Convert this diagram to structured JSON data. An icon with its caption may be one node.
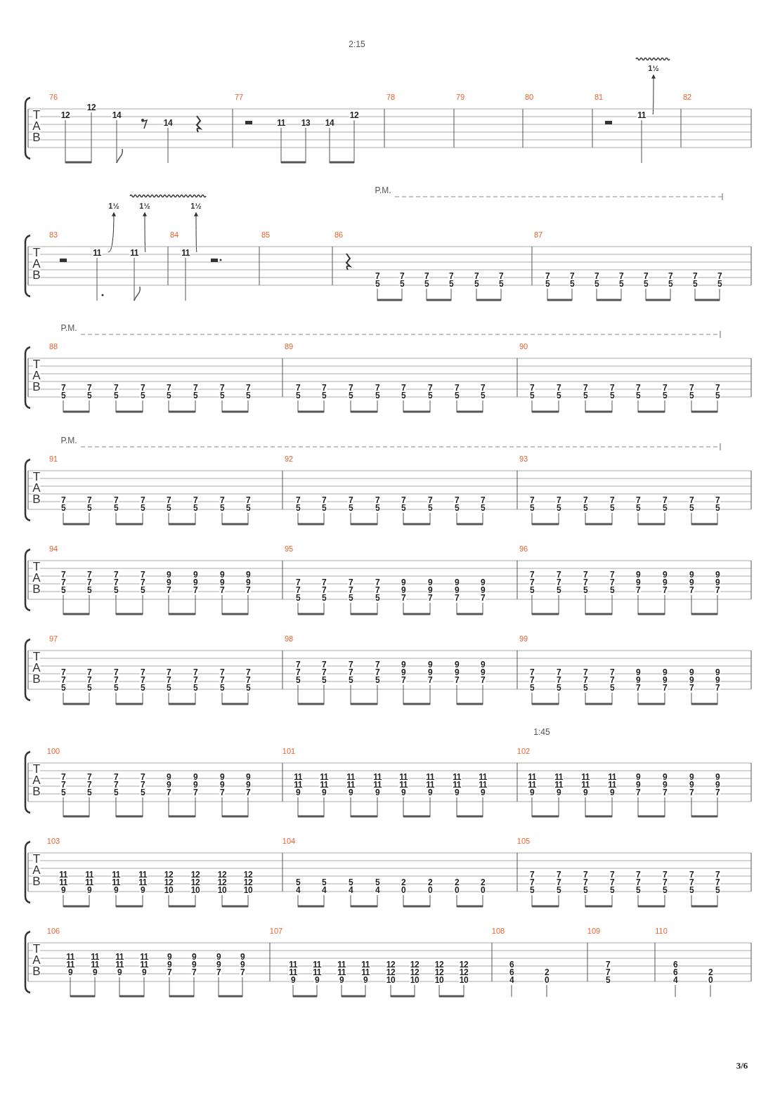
{
  "diagram": {
    "labels": [
      "2:15",
      "1½",
      "T",
      "A",
      "B",
      "76",
      "12",
      "12",
      "14",
      "14",
      "77",
      "11",
      "13",
      "14",
      "12",
      "78",
      "79",
      "80",
      "81",
      "11",
      "82",
      "P.M.",
      "1½",
      "1½",
      "1½",
      "T",
      "A",
      "B",
      "83",
      "11",
      "11",
      "84",
      "11",
      "85",
      "86",
      "7",
      "5",
      "7",
      "5",
      "7",
      "5",
      "7",
      "5",
      "7",
      "5",
      "7",
      "5",
      "87",
      "7",
      "5",
      "7",
      "5",
      "7",
      "5",
      "7",
      "5",
      "7",
      "5",
      "7",
      "5",
      "7",
      "5",
      "7",
      "5",
      "P.M.",
      "T",
      "A",
      "B",
      "88",
      "7",
      "5",
      "7",
      "5",
      "7",
      "5",
      "7",
      "5",
      "7",
      "5",
      "7",
      "5",
      "7",
      "5",
      "7",
      "5",
      "89",
      "7",
      "5",
      "7",
      "5",
      "7",
      "5",
      "7",
      "5",
      "7",
      "5",
      "7",
      "5",
      "7",
      "5",
      "7",
      "5",
      "90",
      "7",
      "5",
      "7",
      "5",
      "7",
      "5",
      "7",
      "5",
      "7",
      "5",
      "7",
      "5",
      "7",
      "5",
      "7",
      "5",
      "P.M.",
      "T",
      "A",
      "B",
      "91",
      "7",
      "5",
      "7",
      "5",
      "7",
      "5",
      "7",
      "5",
      "7",
      "5",
      "7",
      "5",
      "7",
      "5",
      "7",
      "5",
      "92",
      "7",
      "5",
      "7",
      "5",
      "7",
      "5",
      "7",
      "5",
      "7",
      "5",
      "7",
      "5",
      "7",
      "5",
      "7",
      "5",
      "93",
      "7",
      "5",
      "7",
      "5",
      "7",
      "5",
      "7",
      "5",
      "7",
      "5",
      "7",
      "5",
      "7",
      "5",
      "7",
      "5",
      "T",
      "A",
      "B",
      "94",
      "7",
      "7",
      "5",
      "7",
      "7",
      "5",
      "7",
      "7",
      "5",
      "7",
      "7",
      "5",
      "9",
      "9",
      "7",
      "9",
      "9",
      "7",
      "9",
      "9",
      "7",
      "9",
      "9",
      "7",
      "95",
      "7",
      "7",
      "5",
      "7",
      "7",
      "5",
      "7",
      "7",
      "5",
      "7",
      "7",
      "5",
      "9",
      "9",
      "7",
      "9",
      "9",
      "7",
      "9",
      "9",
      "7",
      "9",
      "9",
      "7",
      "96",
      "7",
      "7",
      "5",
      "7",
      "7",
      "5",
      "7",
      "7",
      "5",
      "7",
      "7",
      "5",
      "9",
      "9",
      "7",
      "9",
      "9",
      "7",
      "9",
      "9",
      "7",
      "9",
      "9",
      "7",
      "T",
      "A",
      "B",
      "97",
      "7",
      "7",
      "5",
      "7",
      "7",
      "5",
      "7",
      "7",
      "5",
      "7",
      "7",
      "5",
      "7",
      "7",
      "5",
      "7",
      "7",
      "5",
      "7",
      "7",
      "5",
      "7",
      "7",
      "5",
      "98",
      "7",
      "7",
      "5",
      "7",
      "7",
      "5",
      "7",
      "7",
      "5",
      "7",
      "7",
      "5",
      "9",
      "9",
      "7",
      "9",
      "9",
      "7",
      "9",
      "9",
      "7",
      "9",
      "9",
      "7",
      "99",
      "7",
      "7",
      "5",
      "7",
      "7",
      "5",
      "7",
      "7",
      "5",
      "7",
      "7",
      "5",
      "9",
      "9",
      "7",
      "9",
      "9",
      "7",
      "9",
      "9",
      "7",
      "9",
      "9",
      "7",
      "1:45",
      "T",
      "A",
      "B",
      "100",
      "7",
      "7",
      "5",
      "7",
      "7",
      "5",
      "7",
      "7",
      "5",
      "7",
      "7",
      "5",
      "9",
      "9",
      "7",
      "9",
      "9",
      "7",
      "9",
      "9",
      "7",
      "9",
      "9",
      "7",
      "101",
      "11",
      "11",
      "9",
      "11",
      "11",
      "9",
      "11",
      "11",
      "9",
      "11",
      "11",
      "9",
      "11",
      "11",
      "9",
      "11",
      "11",
      "9",
      "11",
      "11",
      "9",
      "11",
      "11",
      "9",
      "102",
      "11",
      "11",
      "9",
      "11",
      "11",
      "9",
      "11",
      "11",
      "9",
      "11",
      "11",
      "9",
      "9",
      "9",
      "7",
      "9",
      "9",
      "7",
      "9",
      "9",
      "7",
      "9",
      "9",
      "7",
      "T",
      "A",
      "B",
      "103",
      "11",
      "11",
      "9",
      "11",
      "11",
      "9",
      "11",
      "11",
      "9",
      "11",
      "11",
      "9",
      "12",
      "12",
      "10",
      "12",
      "12",
      "10",
      "12",
      "12",
      "10",
      "12",
      "12",
      "10",
      "104",
      "5",
      "4",
      "5",
      "4",
      "5",
      "4",
      "5",
      "4",
      "2",
      "0",
      "2",
      "0",
      "2",
      "0",
      "2",
      "0",
      "105",
      "7",
      "7",
      "5",
      "7",
      "7",
      "5",
      "7",
      "7",
      "5",
      "7",
      "7",
      "5",
      "7",
      "7",
      "5",
      "7",
      "7",
      "5",
      "7",
      "7",
      "5",
      "7",
      "7",
      "5",
      "T",
      "A",
      "B",
      "106",
      "11",
      "11",
      "9",
      "11",
      "11",
      "9",
      "11",
      "11",
      "9",
      "11",
      "11",
      "9",
      "9",
      "9",
      "7",
      "9",
      "9",
      "7",
      "9",
      "9",
      "7",
      "9",
      "9",
      "7",
      "107",
      "11",
      "11",
      "9",
      "11",
      "11",
      "9",
      "11",
      "11",
      "9",
      "11",
      "11",
      "9",
      "12",
      "12",
      "10",
      "12",
      "12",
      "10",
      "12",
      "12",
      "10",
      "12",
      "12",
      "10",
      "108",
      "6",
      "6",
      "4",
      "2",
      "0",
      "109",
      "7",
      "7",
      "5",
      "110",
      "6",
      "6",
      "4",
      "2",
      "0",
      "3/6"
    ]
  }
}
